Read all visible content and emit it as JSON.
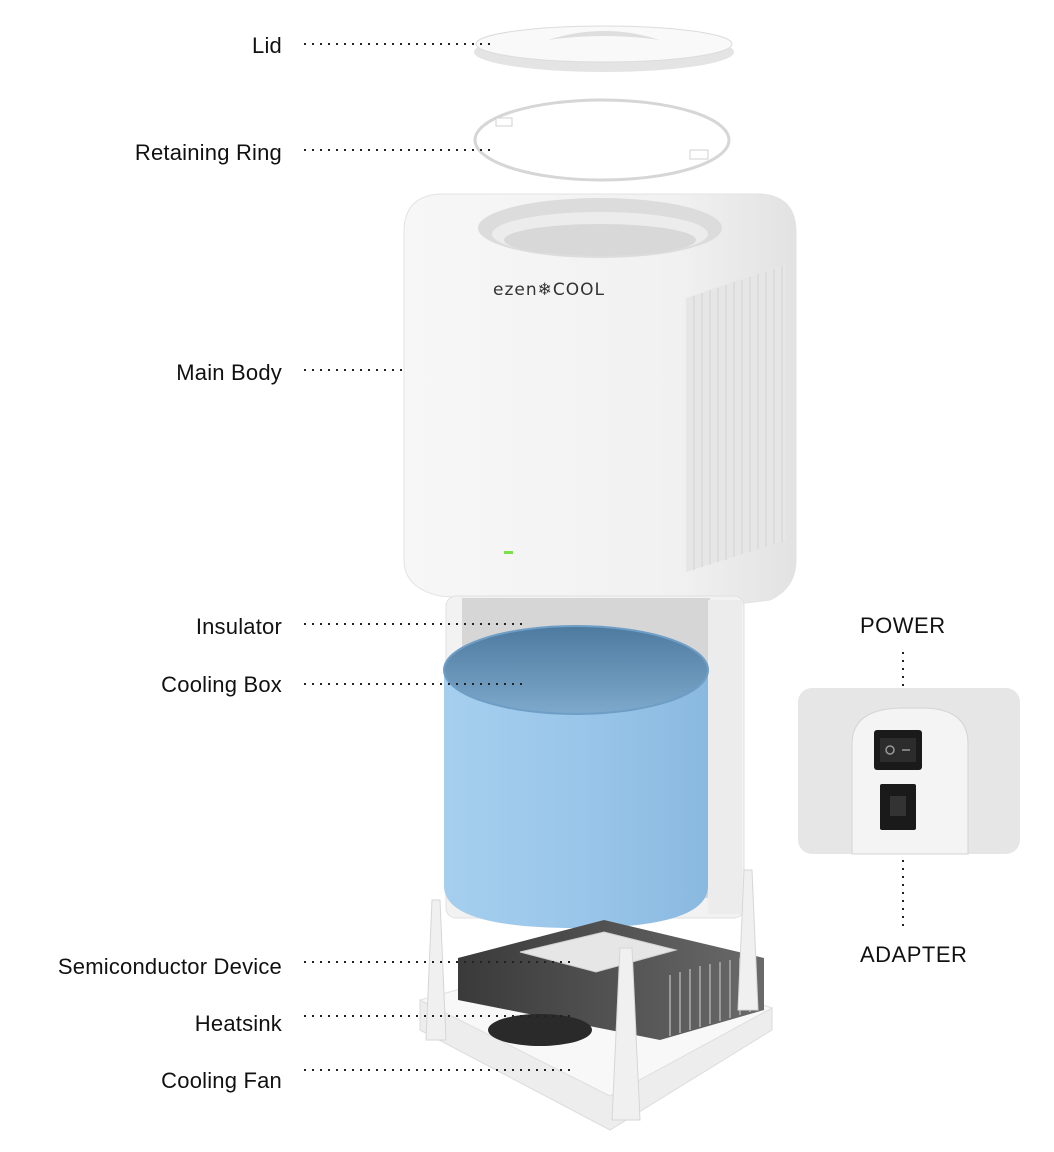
{
  "brand": "ezen❄COOL",
  "parts": [
    {
      "id": "lid",
      "label": "Lid"
    },
    {
      "id": "retaining-ring",
      "label": "Retaining Ring"
    },
    {
      "id": "main-body",
      "label": "Main Body"
    },
    {
      "id": "insulator",
      "label": "Insulator"
    },
    {
      "id": "cooling-box",
      "label": "Cooling Box"
    },
    {
      "id": "semiconductor-device",
      "label": "Semiconductor Device"
    },
    {
      "id": "heatsink",
      "label": "Heatsink"
    },
    {
      "id": "cooling-fan",
      "label": "Cooling Fan"
    }
  ],
  "detail": {
    "power_label": "POWER",
    "adapter_label": "ADAPTER"
  },
  "colors": {
    "cooling_box": "#9cc8ea",
    "body": "#f4f4f4",
    "leader": "#222222",
    "indicator": "#7be04a"
  }
}
